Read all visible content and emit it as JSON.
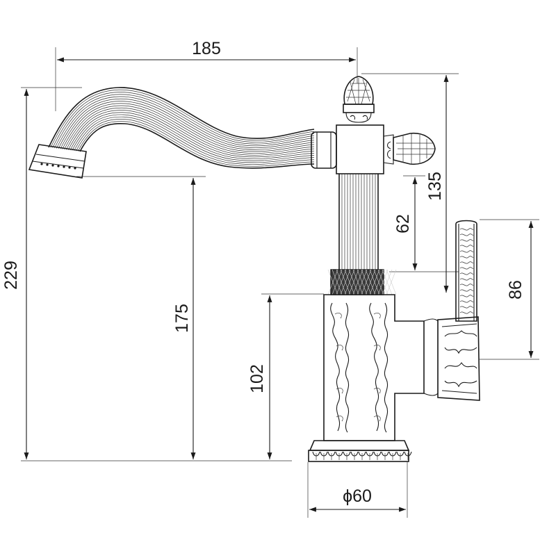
{
  "dimensions": {
    "width_top": "185",
    "height_total": "229",
    "spout_height": "175",
    "body_height": "102",
    "handle_height": "135",
    "stem_length": "62",
    "side_handle": "86",
    "base_diameter": "ϕ60"
  }
}
